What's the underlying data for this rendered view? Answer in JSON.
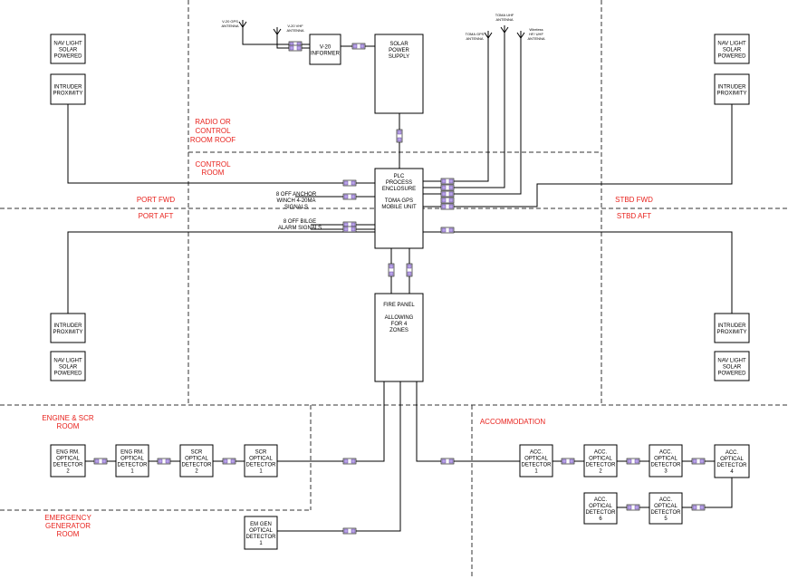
{
  "zones": {
    "radio_room_roof": [
      "RADIO OR",
      "CONTROL",
      "ROOM ROOF"
    ],
    "control_room": [
      "CONTROL",
      "ROOM"
    ],
    "port_fwd": "PORT FWD",
    "port_aft": "PORT AFT",
    "stbd_fwd": "STBD FWD",
    "stbd_aft": "STBD AFT",
    "engine_scr_room": [
      "ENGINE & SCR",
      "ROOM"
    ],
    "emergency_generator_room": [
      "EMERGENCY",
      "GENERATOR",
      "ROOM"
    ],
    "accommodation": "ACCOMMODATION"
  },
  "boxes": {
    "nav_port_fwd": [
      "NAV LIGHT",
      "SOLAR",
      "POWERED"
    ],
    "intruder_port_fwd": [
      "INTRUDER",
      "PROXIMITY"
    ],
    "nav_stbd_fwd": [
      "NAV LIGHT",
      "SOLAR",
      "POWERED"
    ],
    "intruder_stbd_fwd": [
      "INTRUDER",
      "PROXIMITY"
    ],
    "v20_informer": [
      "V-20",
      "INFORMER"
    ],
    "solar_power_supply": [
      "SOLAR",
      "POWER",
      "SUPPLY"
    ],
    "plc_enclosure": [
      "PLC",
      "PROCESS",
      "ENCLOSURE"
    ],
    "toma_gps_mobile": [
      "TOMA GPS",
      "MOBILE UNIT"
    ],
    "intruder_port_aft": [
      "INTRUDER",
      "PROXIMITY"
    ],
    "nav_port_aft": [
      "NAV LIGHT",
      "SOLAR",
      "POWERED"
    ],
    "intruder_stbd_aft": [
      "INTRUDER",
      "PROXIMITY"
    ],
    "nav_stbd_aft": [
      "NAV LIGHT",
      "SOLAR",
      "POWERED"
    ],
    "fire_panel": [
      "FIRE PANEL",
      "",
      "ALLOWING",
      "FOR 4",
      "ZONES"
    ],
    "eng_rm_det_2": [
      "ENG RM.",
      "OPTICAL",
      "DETECTOR",
      "2"
    ],
    "eng_rm_det_1": [
      "ENG RM.",
      "OPTICAL",
      "DETECTOR",
      "1"
    ],
    "scr_det_2": [
      "SCR",
      "OPTICAL",
      "DETECTOR",
      "2"
    ],
    "scr_det_1": [
      "SCR",
      "OPTICAL",
      "DETECTOR",
      "1"
    ],
    "em_gen_det_1": [
      "EM GEN",
      "OPTICAL",
      "DETECTOR",
      "1"
    ],
    "acc_det_1": [
      "ACC.",
      "OPTICAL",
      "DETECTOR",
      "1"
    ],
    "acc_det_2": [
      "ACC.",
      "OPTICAL",
      "DETECTOR",
      "2"
    ],
    "acc_det_3": [
      "ACC.",
      "OPTICAL",
      "DETECTOR",
      "3"
    ],
    "acc_det_4": [
      "ACC.",
      "OPTICAL",
      "DETECTOR",
      "4"
    ],
    "acc_det_6": [
      "ACC.",
      "OPTICAL",
      "DETECTOR",
      "6"
    ],
    "acc_det_5": [
      "ACC.",
      "OPTICAL",
      "DETECTOR",
      "5"
    ]
  },
  "signals": {
    "anchor_winch": [
      "8 OFF ANCHOR",
      "WINCH 4-20MA",
      "SIGNALS"
    ],
    "bilge_alarm": [
      "8 OFF BILGE",
      "ALARM SIGNALS"
    ]
  },
  "antennas": {
    "v20_gps": [
      "V-20 GPS",
      "ANTENNA"
    ],
    "v20_vhf": [
      "V-20 VHF",
      "ANTENNA"
    ],
    "toma_gps": [
      "TOMA GPS",
      "ANTENNA"
    ],
    "toma_uhf": [
      "TOMA UHF",
      "ANTENNA"
    ],
    "wireless_vhf": [
      "Wireless",
      "HF/ UHF",
      "ANTENNA"
    ]
  }
}
